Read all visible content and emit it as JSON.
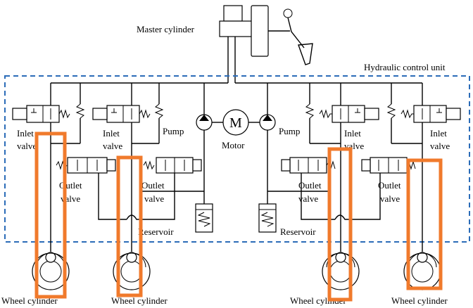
{
  "labels": {
    "master_cylinder": "Master cylinder",
    "hydraulic_control_unit": "Hydraulic control unit",
    "motor": "Motor",
    "motor_symbol": "M",
    "pump": "Pump",
    "inlet": "Inlet",
    "outlet": "Outlet",
    "valve": "valve",
    "reservoir": "Reservoir",
    "wheel_cylinder": "Wheel cylinder"
  },
  "colors": {
    "highlight": "#f07a2c",
    "hcu_border": "#2b6cb8",
    "lines": "#000000"
  },
  "icons": [
    "brake-pedal-icon",
    "master-cylinder-icon",
    "solenoid-valve-icon",
    "spring-icon",
    "pump-icon",
    "motor-icon",
    "wheel-cylinder-icon"
  ]
}
